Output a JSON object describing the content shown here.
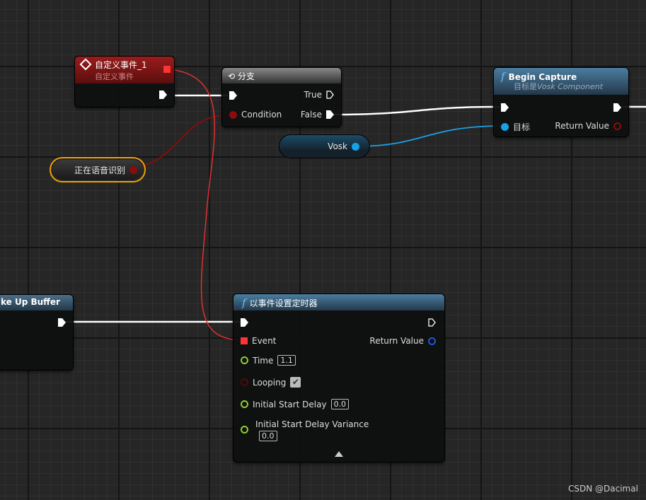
{
  "custom_event": {
    "title": "自定义事件_1",
    "subtitle": "自定义事件"
  },
  "branch": {
    "title": "分支",
    "pins": {
      "condition": "Condition",
      "true": "True",
      "false": "False"
    }
  },
  "variable": {
    "label": "正在语音识别"
  },
  "vosk": {
    "label": "Vosk"
  },
  "begin_capture": {
    "title": "Begin Capture",
    "subtitle_prefix": "目标是",
    "subtitle_target": "Vosk Component",
    "target_pin": "目标",
    "return": "Return Value"
  },
  "wakeup": {
    "title": "ke Up Buffer"
  },
  "timer": {
    "title": "以事件设置定时器",
    "event": "Event",
    "return": "Return Value",
    "time_label": "Time",
    "time_value": "1.1",
    "looping_label": "Looping",
    "looping": true,
    "delay_label": "Initial Start Delay",
    "delay_value": "0.0",
    "variance_label": "Initial Start Delay Variance",
    "variance_value": "0.0"
  },
  "watermark": "CSDN @Dacimal"
}
